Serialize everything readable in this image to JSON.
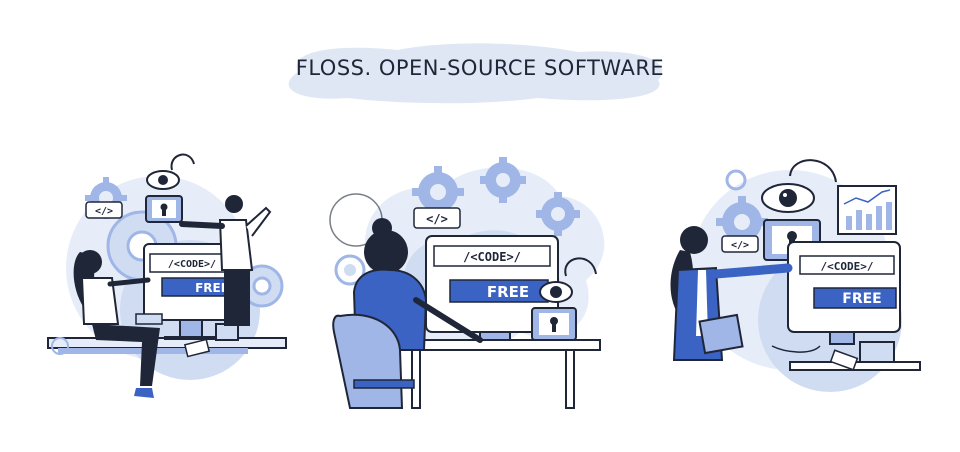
{
  "title": "FLOSS. OPEN-SOURCE SOFTWARE",
  "tags": {
    "code": "/<CODE>/",
    "free": "FREE",
    "html_tag": "</>"
  },
  "colors": {
    "navy": "#1f2638",
    "blue": "#3b63c4",
    "light_blue": "#cfdcf2",
    "pale_blue": "#e6edf9",
    "mid_blue": "#9fb6e6"
  },
  "icons": [
    "eye-icon",
    "keyhole-lock-icon",
    "gear-icon",
    "bar-chart-icon",
    "code-tag-icon"
  ]
}
